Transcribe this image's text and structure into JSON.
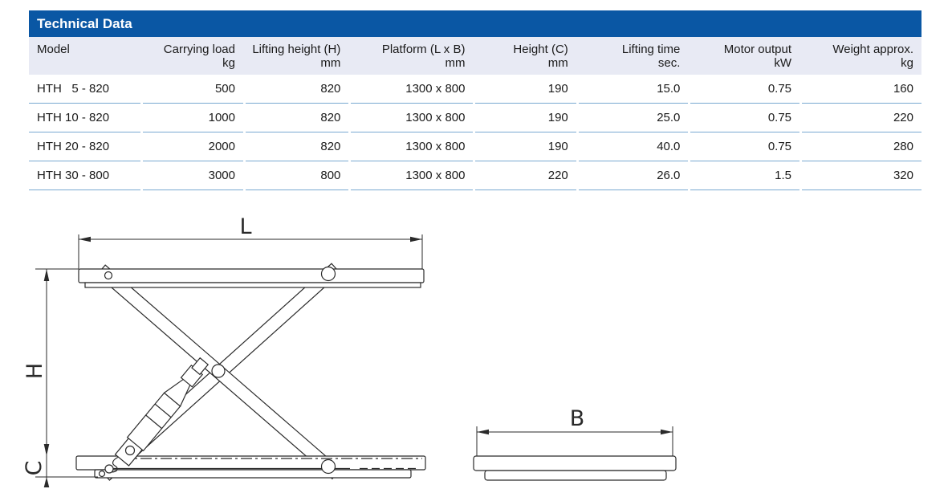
{
  "title": "Technical Data",
  "colors": {
    "title_bar_blue": "#0a57a4",
    "header_row_bg": "#e8eaf4",
    "row_separator_blue": "#79a9d1",
    "text": "#1a1a1a",
    "drawing_line": "#2a2a2a"
  },
  "table": {
    "columns": [
      {
        "label": "Model",
        "unit": ""
      },
      {
        "label": "Carrying load",
        "unit": "kg"
      },
      {
        "label": "Lifting height (H)",
        "unit": "mm"
      },
      {
        "label": "Platform (L x B)",
        "unit": "mm"
      },
      {
        "label": "Height (C)",
        "unit": "mm"
      },
      {
        "label": "Lifting time",
        "unit": "sec."
      },
      {
        "label": "Motor output",
        "unit": "kW"
      },
      {
        "label": "Weight approx.",
        "unit": "kg"
      }
    ],
    "rows": [
      {
        "cells": [
          "HTH   5 - 820",
          "500",
          "820",
          "1300 x 800",
          "190",
          "15.0",
          "0.75",
          "160"
        ]
      },
      {
        "cells": [
          "HTH 10 - 820",
          "1000",
          "820",
          "1300 x 800",
          "190",
          "25.0",
          "0.75",
          "220"
        ]
      },
      {
        "cells": [
          "HTH 20 - 820",
          "2000",
          "820",
          "1300 x 800",
          "190",
          "40.0",
          "0.75",
          "280"
        ]
      },
      {
        "cells": [
          "HTH 30 - 800",
          "3000",
          "800",
          "1300 x 800",
          "220",
          "26.0",
          "1.5",
          "320"
        ]
      }
    ]
  },
  "drawing": {
    "labels": {
      "platform_length": "L",
      "lifting_height": "H",
      "closed_height": "C",
      "platform_width": "B"
    }
  }
}
